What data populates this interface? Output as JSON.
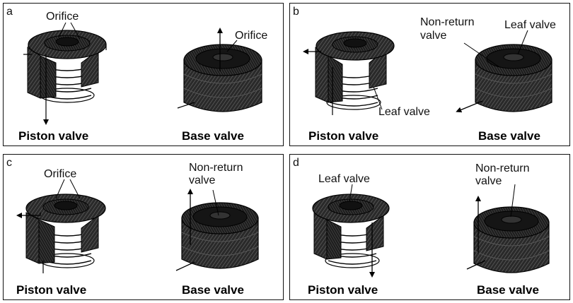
{
  "panels": [
    {
      "letter": "a",
      "left_caption": "Piston valve",
      "right_caption": "Base valve",
      "labels": [
        "Orifice",
        "Orifice"
      ]
    },
    {
      "letter": "b",
      "left_caption": "Piston valve",
      "right_caption": "Base valve",
      "labels": [
        "Non-return",
        "valve",
        "Leaf valve",
        "Leaf valve"
      ]
    },
    {
      "letter": "c",
      "left_caption": "Piston valve",
      "right_caption": "Base valve",
      "labels": [
        "Orifice",
        "Non-return",
        "valve"
      ]
    },
    {
      "letter": "d",
      "left_caption": "Piston valve",
      "right_caption": "Base valve",
      "labels": [
        "Leaf valve",
        "Non-return",
        "valve"
      ]
    }
  ]
}
